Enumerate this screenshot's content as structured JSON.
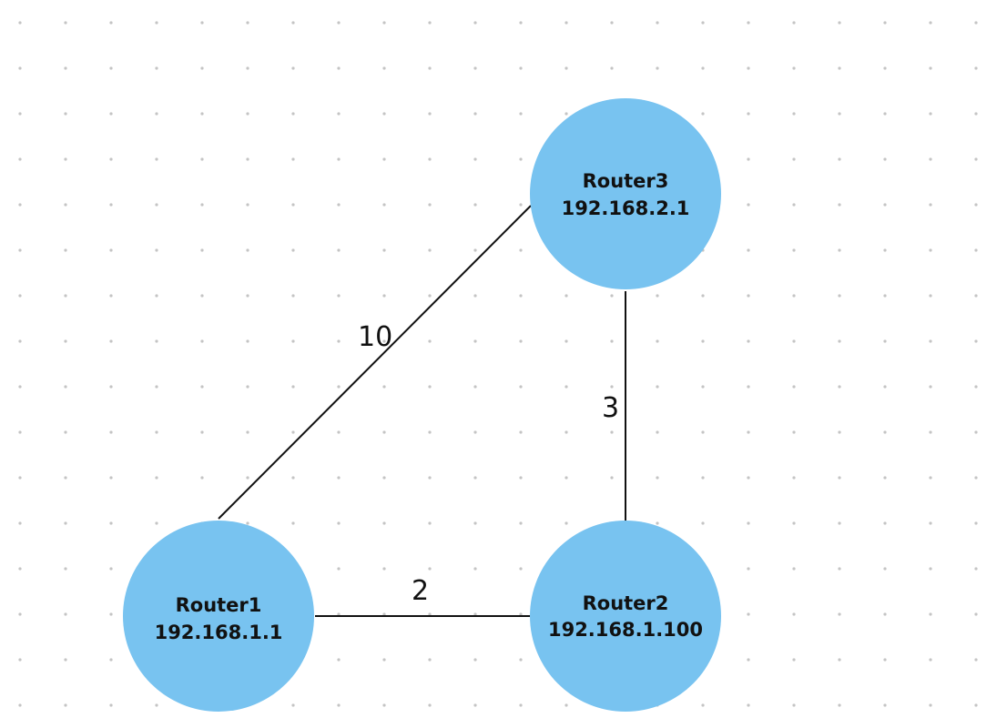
{
  "colors": {
    "background": "#ffffff",
    "grid_dot": "#c4c4c4",
    "node_fill": "#78c3f0",
    "text": "#111111",
    "line": "#111111"
  },
  "nodes": [
    {
      "id": "router1",
      "name": "Router1",
      "ip": "192.168.1.1"
    },
    {
      "id": "router2",
      "name": "Router2",
      "ip": "192.168.1.100"
    },
    {
      "id": "router3",
      "name": "Router3",
      "ip": "192.168.2.1"
    }
  ],
  "links": [
    {
      "id": "router1-router3",
      "from": "router1",
      "to": "router3",
      "weight": "10"
    },
    {
      "id": "router3-router2",
      "from": "router3",
      "to": "router2",
      "weight": "3"
    },
    {
      "id": "router1-router2",
      "from": "router1",
      "to": "router2",
      "weight": "2"
    }
  ]
}
